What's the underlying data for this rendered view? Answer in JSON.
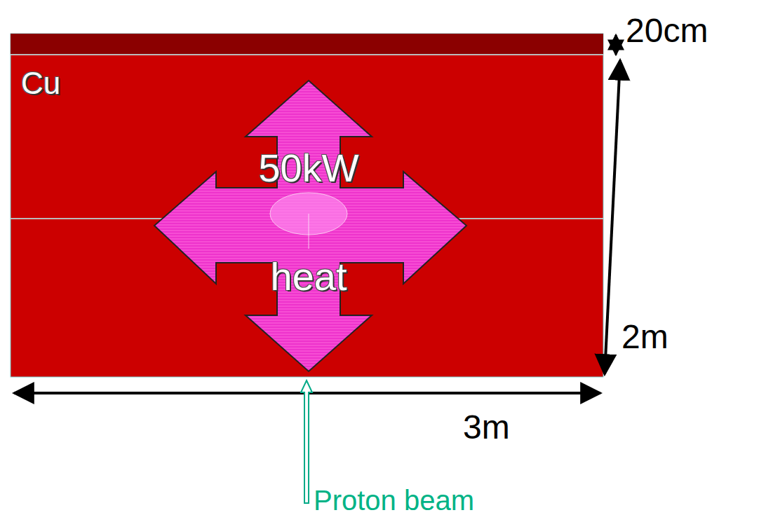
{
  "diagram": {
    "nodes": [
      {
        "text": [
          "Cu"
        ]
      },
      {
        "text": [
          "50kW",
          "heat"
        ],
        "in": 0
      }
    ],
    "labels": [
      "20cm",
      "2m",
      "3m",
      "Proton beam"
    ]
  }
}
